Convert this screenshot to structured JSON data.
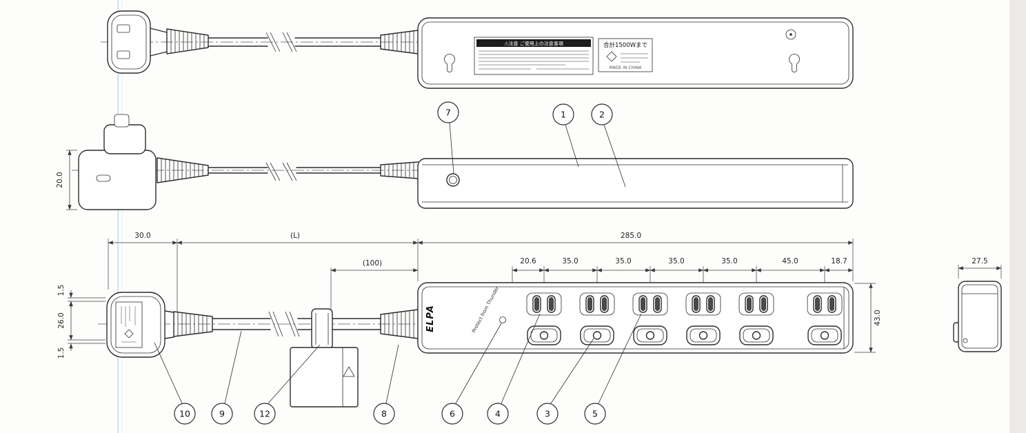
{
  "page": {
    "background": "#fdfdfc",
    "ink_color": "#2b2b2b",
    "fold_line_color": "#b7dded"
  },
  "dims": {
    "d20": "20.0",
    "d30": "30.0",
    "dL": "(L)",
    "d100": "(100)",
    "d285": "285.0",
    "s1": "20.6",
    "s2": "35.0",
    "s3": "35.0",
    "s4": "35.0",
    "s5": "35.0",
    "s6": "45.0",
    "s7": "18.7",
    "d43": "43.0",
    "d26": "26.0",
    "d15a": "1.5",
    "d15b": "1.5",
    "d275": "27.5"
  },
  "callouts": {
    "n1": "1",
    "n2": "2",
    "n3": "3",
    "n4": "4",
    "n5": "5",
    "n6": "6",
    "n7": "7",
    "n8": "8",
    "n9": "9",
    "n10": "10",
    "n12": "12"
  },
  "labels": {
    "brand": "ELPA",
    "tagline": "Protect from Thunder",
    "warning_header": "⚠注意 ご使用上の注意事項",
    "rating_main": "合計1500Wまで",
    "rating_sub": "MADE IN CHINA"
  }
}
